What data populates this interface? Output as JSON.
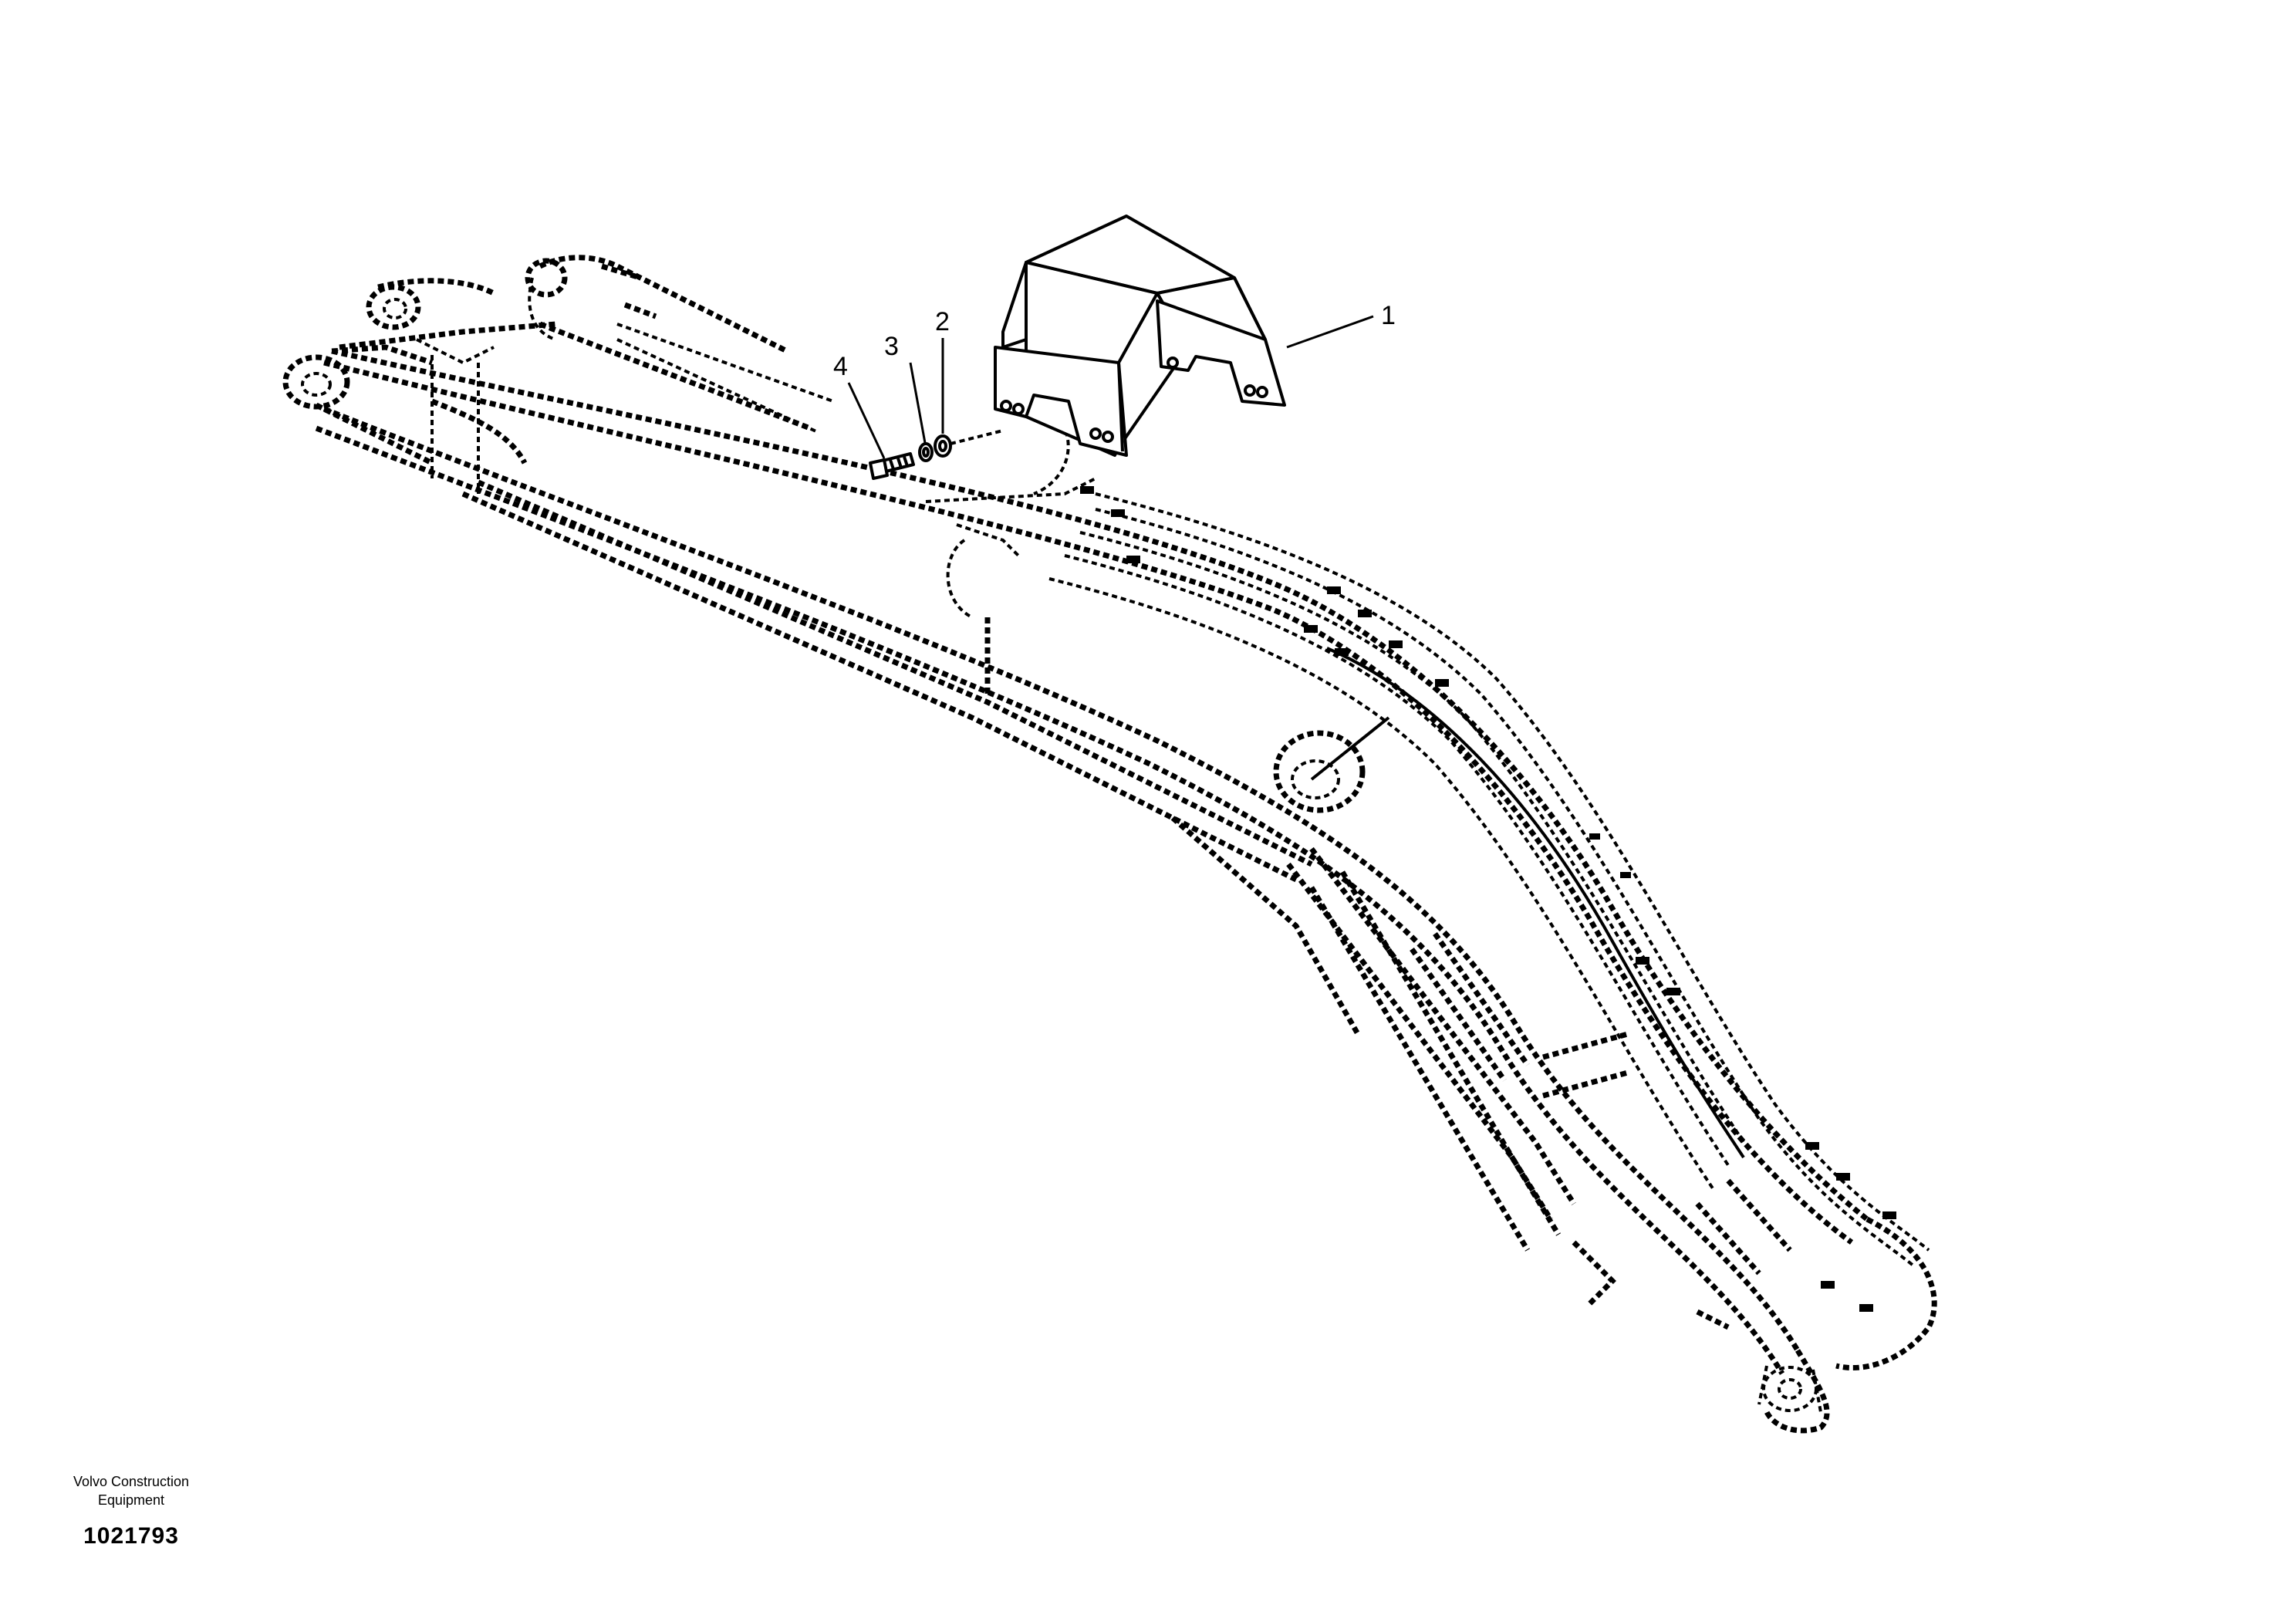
{
  "callouts": [
    {
      "id": "1",
      "label": "1"
    },
    {
      "id": "2",
      "label": "2"
    },
    {
      "id": "3",
      "label": "3"
    },
    {
      "id": "4",
      "label": "4"
    }
  ],
  "footer": {
    "maker_line1": "Volvo Construction",
    "maker_line2": "Equipment",
    "doc_number": "1021793"
  }
}
